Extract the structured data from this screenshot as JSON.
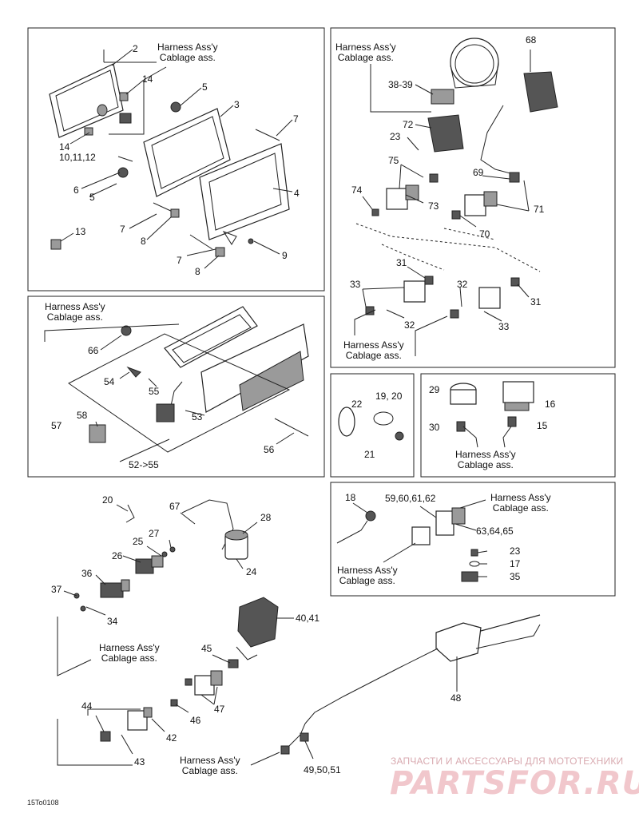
{
  "harness": {
    "line1": "Harness Ass'y",
    "line2": "Cablage ass."
  },
  "labels": {
    "p2": "2",
    "p14a": "14",
    "p5a": "5",
    "p3": "3",
    "p7a": "7",
    "p14b": "14",
    "p10_11_12": "10,11,12",
    "p6": "6",
    "p5b": "5",
    "p4": "4",
    "p7b": "7",
    "p8a": "8",
    "p13": "13",
    "p7c": "7",
    "p9": "9",
    "p8b": "8",
    "p68": "68",
    "p38_39": "38-39",
    "p72": "72",
    "p23a": "23",
    "p75": "75",
    "p69": "69",
    "p74": "74",
    "p73": "73",
    "p71": "71",
    "p70": "70",
    "p31a": "31",
    "p33a": "33",
    "p32a": "32",
    "p32b": "32",
    "p31b": "31",
    "p32c": "32",
    "p33b": "33",
    "p66": "66",
    "p54": "54",
    "p55": "55",
    "p58": "58",
    "p57": "57",
    "p53": "53",
    "p56": "56",
    "p52_55": "52->55",
    "p22": "22",
    "p19_20": "19, 20",
    "p21": "21",
    "p29": "29",
    "p16": "16",
    "p30": "30",
    "p15": "15",
    "p20": "20",
    "p67": "67",
    "p28": "28",
    "p27": "27",
    "p25": "25",
    "p26": "26",
    "p24": "24",
    "p36": "36",
    "p37": "37",
    "p34": "34",
    "p18": "18",
    "p59_62": "59,60,61,62",
    "p63_65": "63,64,65",
    "p23b": "23",
    "p17": "17",
    "p35": "35",
    "p40_41": "40,41",
    "p45": "45",
    "p47": "47",
    "p44": "44",
    "p46": "46",
    "p42": "42",
    "p43": "43",
    "p48": "48",
    "p49_51": "49,50,51"
  },
  "watermark": {
    "line1": "ЗАПЧАСТИ И АКСЕССУАРЫ ДЛЯ МОТОТЕХНИКИ",
    "brand": "PARTSFOR.RU"
  },
  "figure_code": "15To0108"
}
